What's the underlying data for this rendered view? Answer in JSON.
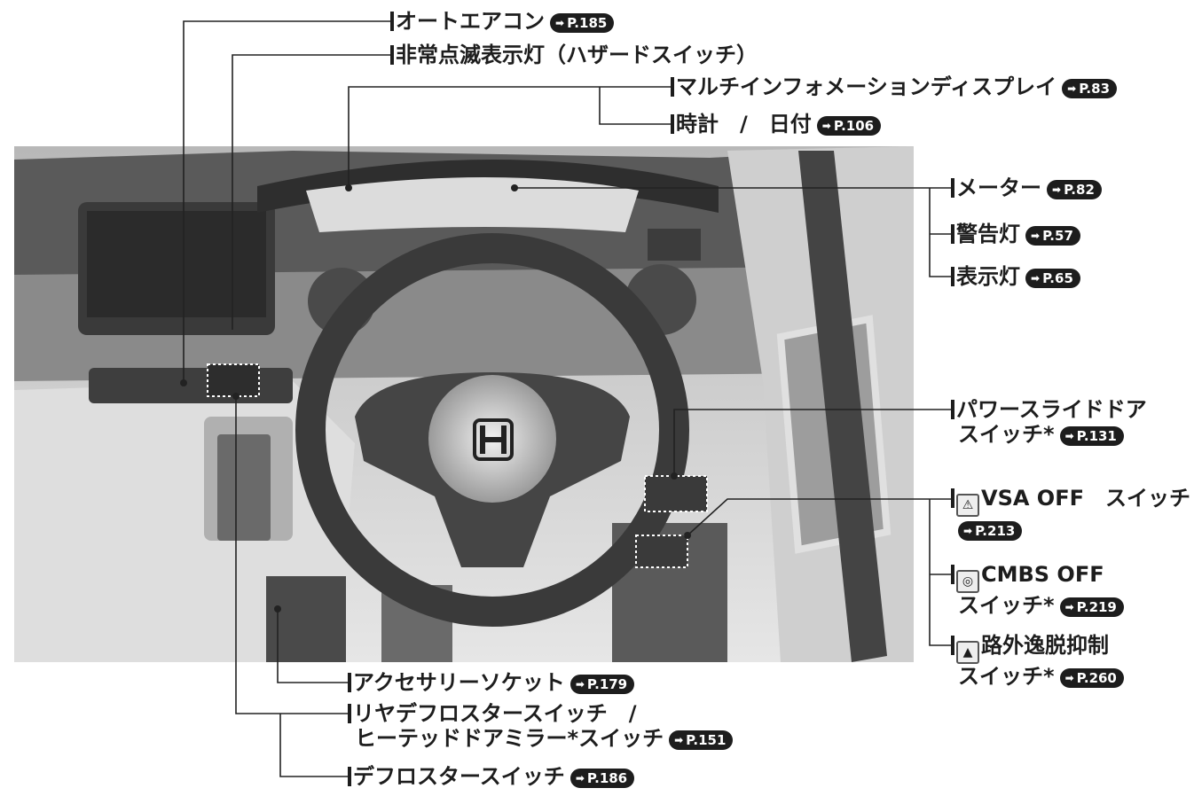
{
  "labels": {
    "auto_aircon": "オートエアコン",
    "hazard": "非常点滅表示灯（ハザードスイッチ）",
    "multi_info": "マルチインフォメーションディスプレイ",
    "clock": "時計　/　日付",
    "meter": "メーター",
    "warning_light": "警告灯",
    "indicator": "表示灯",
    "power_slide_1": "パワースライドドア",
    "power_slide_2": "スイッチ*",
    "vsa_off_1": "VSA OFF　スイッチ",
    "cmbs_off_1": "CMBS OFF",
    "cmbs_off_2": "スイッチ*",
    "road_dep_1": "路外逸脱抑制",
    "road_dep_2": "スイッチ*",
    "accessory_socket": "アクセサリーソケット",
    "rear_defrost_1": "リヤデフロスタースイッチ　/",
    "rear_defrost_2": "ヒーテッドドアミラー*スイッチ",
    "defrost": "デフロスタースイッチ"
  },
  "refs": {
    "auto_aircon": "P.185",
    "multi_info": "P.83",
    "clock": "P.106",
    "meter": "P.82",
    "warning_light": "P.57",
    "indicator": "P.65",
    "power_slide": "P.131",
    "vsa_off": "P.213",
    "cmbs_off": "P.219",
    "road_dep": "P.260",
    "accessory_socket": "P.179",
    "rear_defrost": "P.151",
    "defrost": "P.186"
  },
  "brand_logo": "honda-h-logo",
  "icons": {
    "ref_arrow": "arrow-right-icon",
    "vsa": "vsa-off-icon",
    "cmbs": "cmbs-off-icon",
    "road_departure": "road-departure-icon"
  }
}
